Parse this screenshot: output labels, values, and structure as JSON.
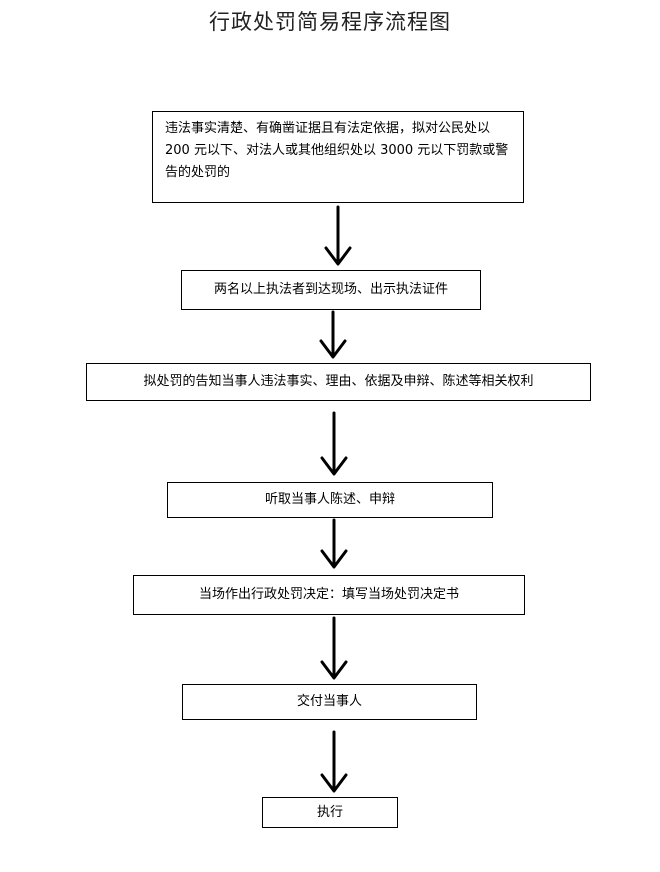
{
  "title": "行政处罚简易程序流程图",
  "steps": [
    {
      "text": "违法事实清楚、有确凿证据且有法定依据，拟对公民处以 200 元以下、对法人或其他组织处以 3000 元以下罚款或警告的处罚的"
    },
    {
      "text": "两名以上执法者到达现场、出示执法证件"
    },
    {
      "text": "拟处罚的告知当事人违法事实、理由、依据及申辩、陈述等相关权利"
    },
    {
      "text": "听取当事人陈述、申辩"
    },
    {
      "text": "当场作出行政处罚决定：填写当场处罚决定书"
    },
    {
      "text": "交付当事人"
    },
    {
      "text": "执行"
    }
  ]
}
